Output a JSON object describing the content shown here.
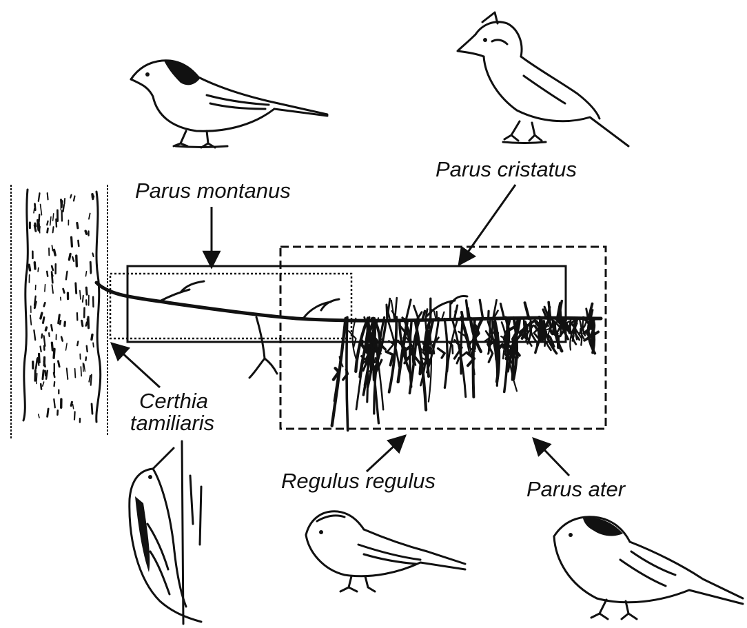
{
  "diagram": {
    "species": {
      "parus_montanus": {
        "label": "Parus montanus"
      },
      "parus_cristatus": {
        "label": "Parus cristatus"
      },
      "certhia": {
        "label_line1": "Certhia",
        "label_line2": "tamiliaris"
      },
      "regulus": {
        "label": "Regulus regulus"
      },
      "parus_ater": {
        "label": "Parus ater"
      }
    },
    "colors": {
      "ink": "#111111",
      "background": "#ffffff"
    }
  }
}
